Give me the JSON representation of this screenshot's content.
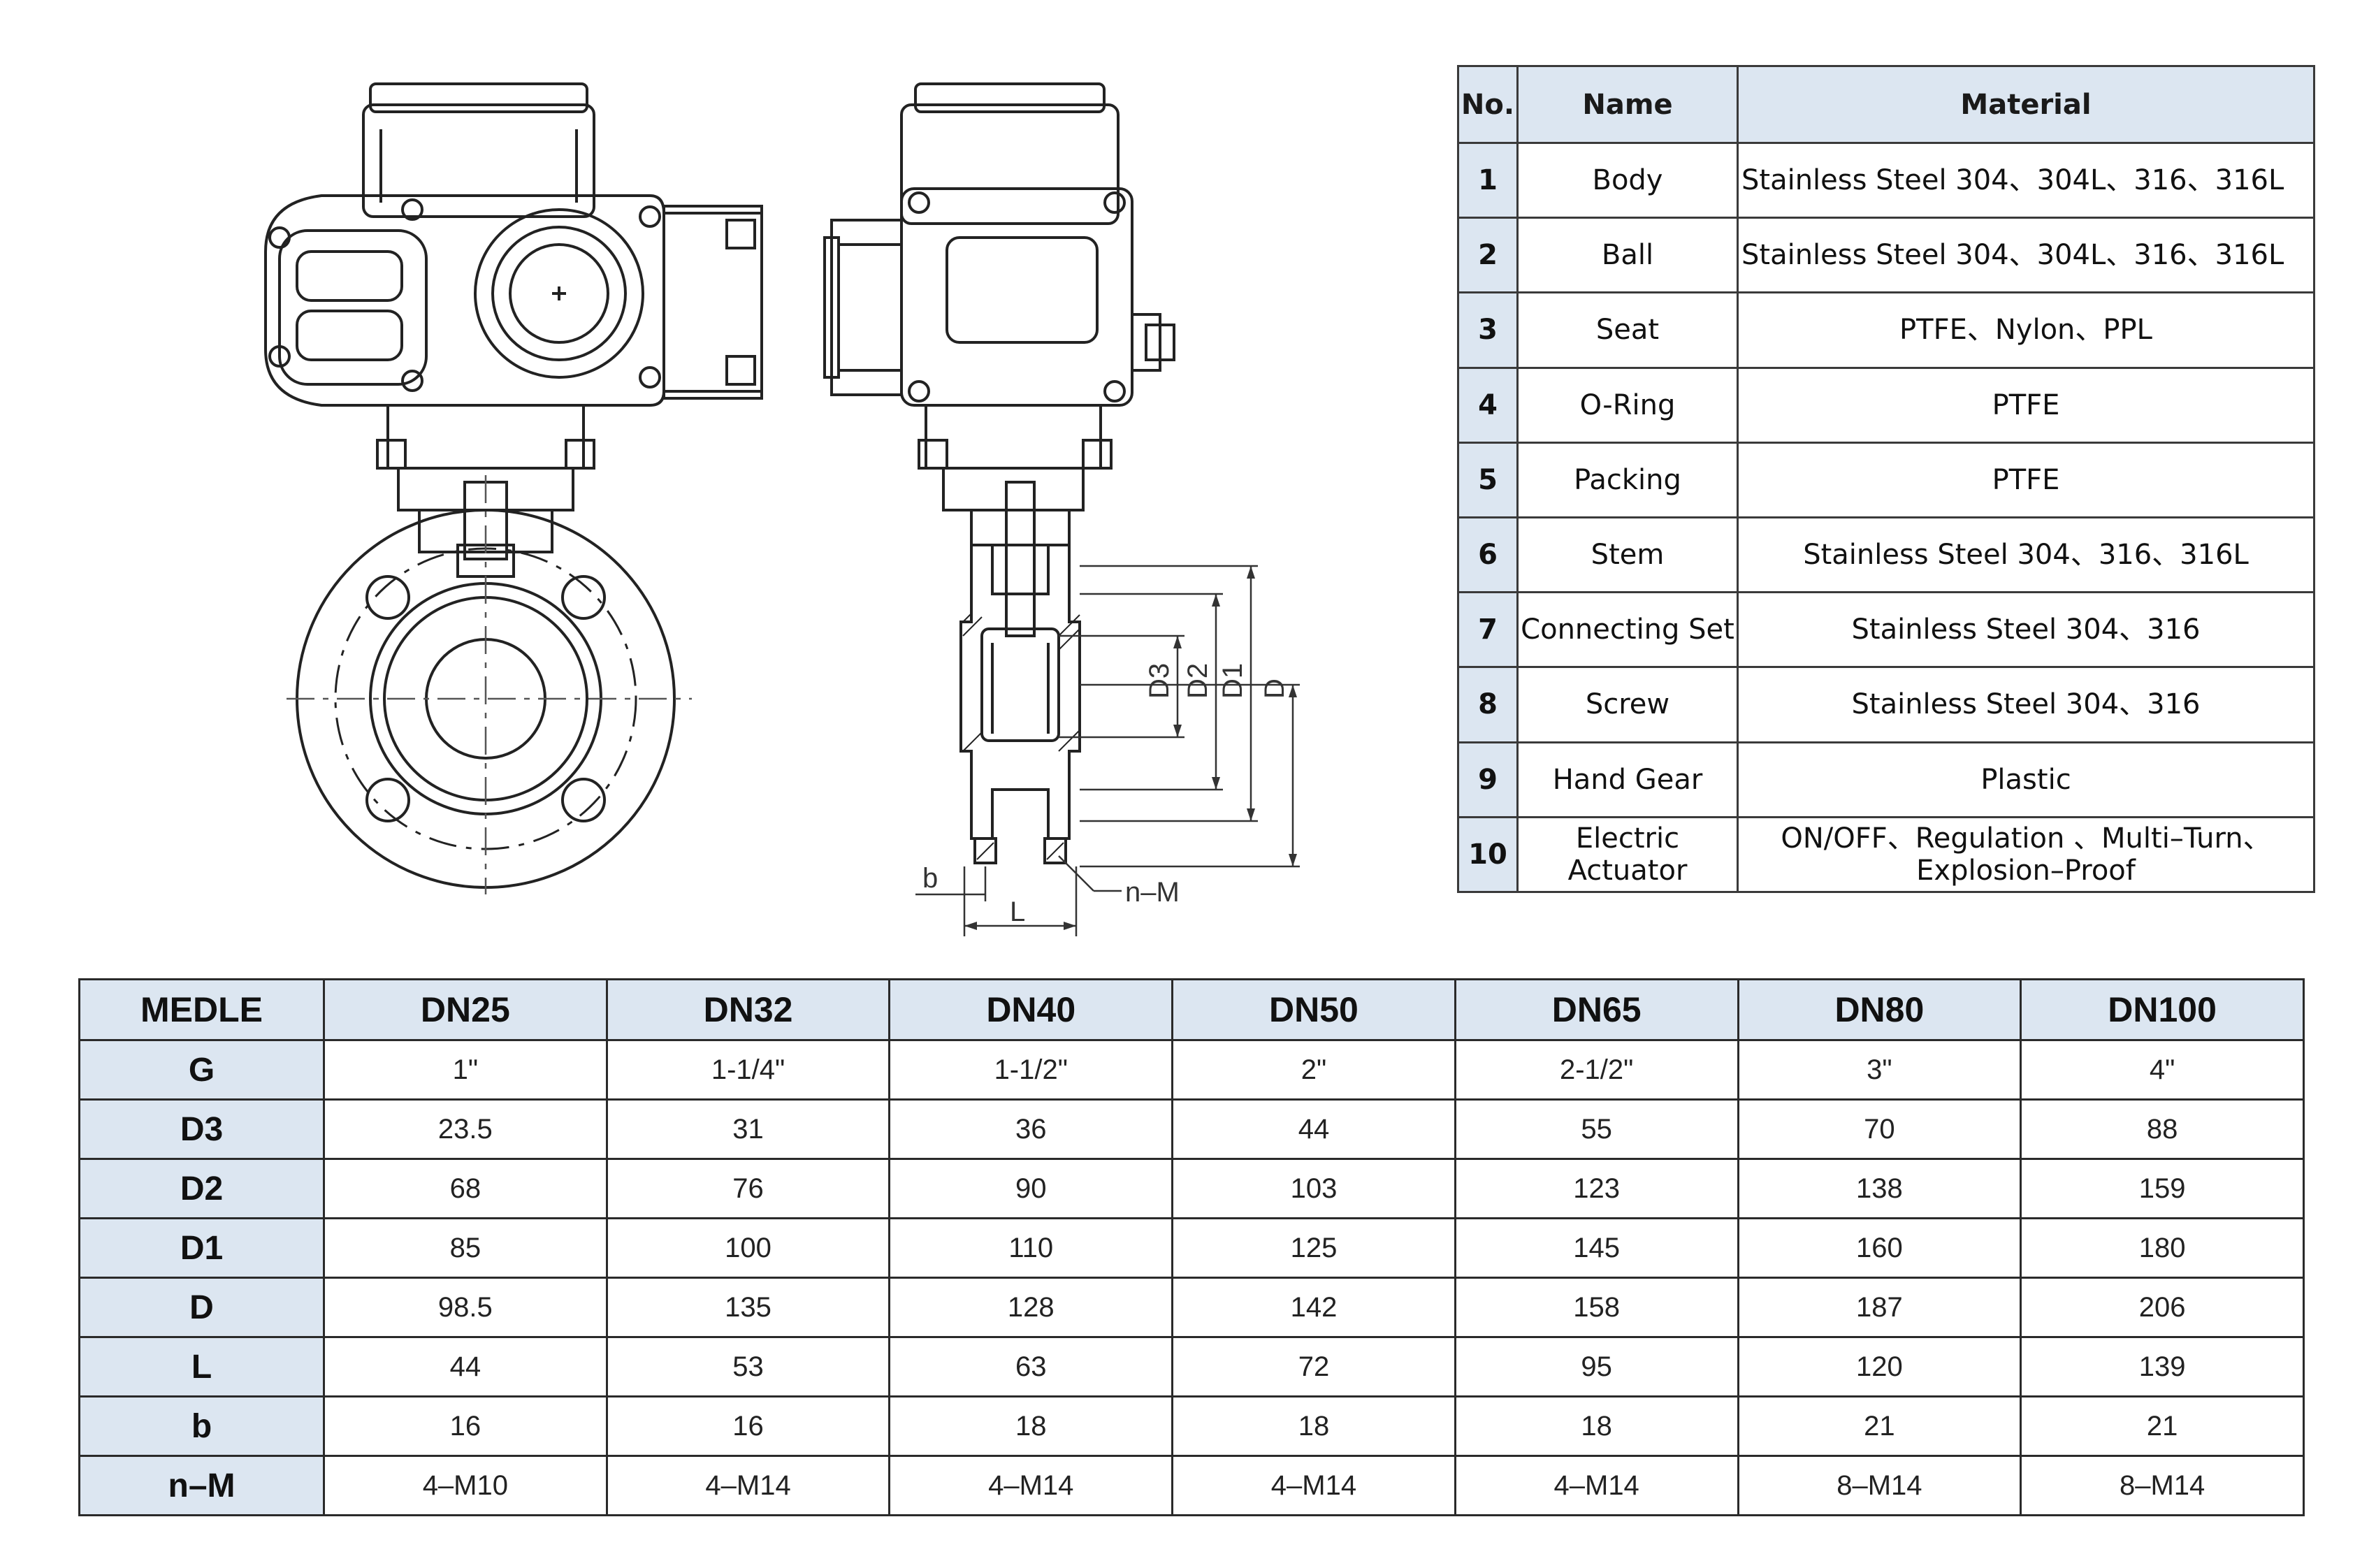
{
  "drawing": {
    "dimension_labels": [
      "D3",
      "D2",
      "D1",
      "D",
      "b",
      "L",
      "n–M"
    ]
  },
  "material_table": {
    "headers": [
      "No.",
      "Name",
      "Material"
    ],
    "rows": [
      {
        "no": "1",
        "name": "Body",
        "material": "Stainless Steel 304、304L、316、316L"
      },
      {
        "no": "2",
        "name": "Ball",
        "material": "Stainless Steel 304、304L、316、316L"
      },
      {
        "no": "3",
        "name": "Seat",
        "material": "PTFE、Nylon、PPL"
      },
      {
        "no": "4",
        "name": "O-Ring",
        "material": "PTFE"
      },
      {
        "no": "5",
        "name": "Packing",
        "material": "PTFE"
      },
      {
        "no": "6",
        "name": "Stem",
        "material": "Stainless Steel 304、316、316L"
      },
      {
        "no": "7",
        "name": "Connecting Set",
        "material": "Stainless Steel 304、316"
      },
      {
        "no": "8",
        "name": "Screw",
        "material": "Stainless Steel 304、316"
      },
      {
        "no": "9",
        "name": "Hand Gear",
        "material": "Plastic"
      },
      {
        "no": "10",
        "name": "Electric Actuator",
        "material": "ON/OFF、Regulation 、Multi–Turn、 Explosion–Proof"
      }
    ]
  },
  "dimension_table": {
    "corner": "MEDLE",
    "columns": [
      "DN25",
      "DN32",
      "DN40",
      "DN50",
      "DN65",
      "DN80",
      "DN100"
    ],
    "rows": [
      {
        "label": "G",
        "values": [
          "1\"",
          "1-1/4\"",
          "1-1/2\"",
          "2\"",
          "2-1/2\"",
          "3\"",
          "4\""
        ]
      },
      {
        "label": "D3",
        "values": [
          "23.5",
          "31",
          "36",
          "44",
          "55",
          "70",
          "88"
        ]
      },
      {
        "label": "D2",
        "values": [
          "68",
          "76",
          "90",
          "103",
          "123",
          "138",
          "159"
        ]
      },
      {
        "label": "D1",
        "values": [
          "85",
          "100",
          "110",
          "125",
          "145",
          "160",
          "180"
        ]
      },
      {
        "label": "D",
        "values": [
          "98.5",
          "135",
          "128",
          "142",
          "158",
          "187",
          "206"
        ]
      },
      {
        "label": "L",
        "values": [
          "44",
          "53",
          "63",
          "72",
          "95",
          "120",
          "139"
        ]
      },
      {
        "label": "b",
        "values": [
          "16",
          "16",
          "18",
          "18",
          "18",
          "21",
          "21"
        ]
      },
      {
        "label": "n–M",
        "values": [
          "4–M10",
          "4–M14",
          "4–M14",
          "4–M14",
          "4–M14",
          "8–M14",
          "8–M14"
        ]
      }
    ]
  },
  "colors": {
    "header_fill": "#dce6f1",
    "line": "#2a2a2a"
  }
}
